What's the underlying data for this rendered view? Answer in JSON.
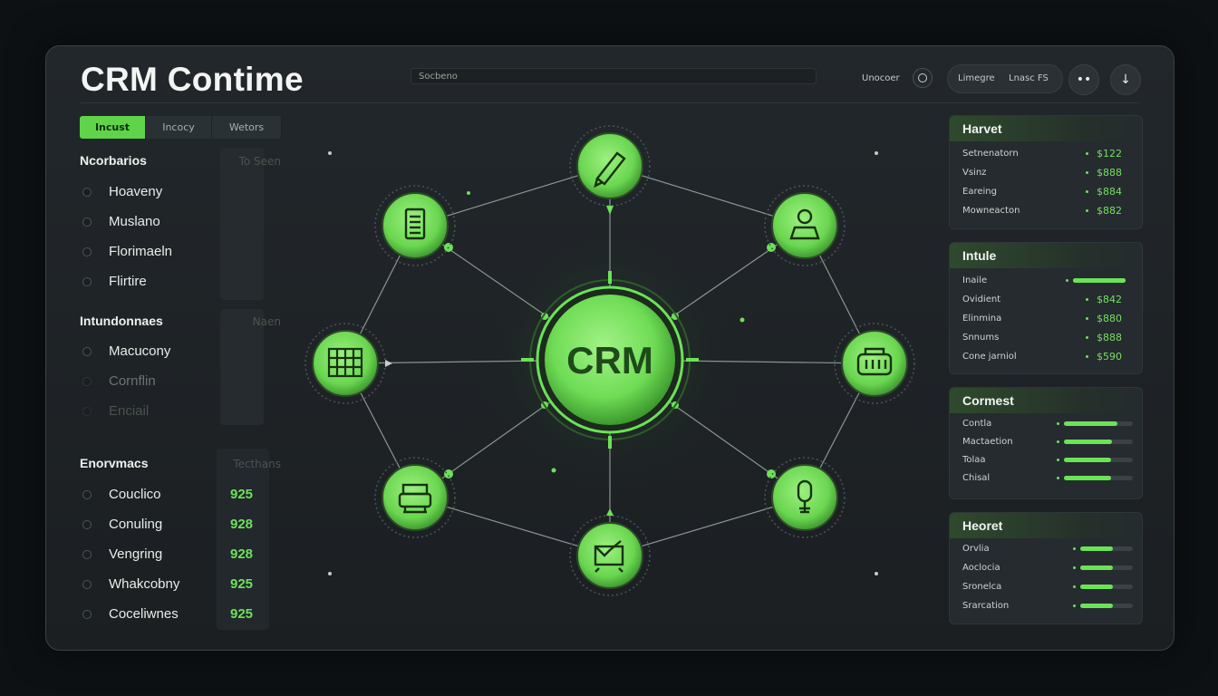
{
  "app": {
    "title": "CRM Contime"
  },
  "header": {
    "search_placeholder": "Socbeno",
    "user_label": "Unocoer",
    "pill_left": "Limegre",
    "pill_right": "Lnasc FS",
    "more_label": "••",
    "download_label": "↓"
  },
  "tabs": [
    {
      "label": "Incust",
      "active": true
    },
    {
      "label": "Incocy",
      "active": false
    },
    {
      "label": "Wetors",
      "active": false
    }
  ],
  "sections": [
    {
      "title": "Ncorbarios",
      "right": "To Seen",
      "items": [
        {
          "label": "Hoaveny",
          "value": ""
        },
        {
          "label": "Muslano",
          "value": ""
        },
        {
          "label": "Florimaeln",
          "value": ""
        },
        {
          "label": "Flirtire",
          "value": ""
        }
      ]
    },
    {
      "title": "Intundonnaes",
      "right": "Naen",
      "items": [
        {
          "label": "Macucony",
          "value": "",
          "faded": false
        },
        {
          "label": "Cornflin",
          "value": "",
          "faded": true
        },
        {
          "label": "Enciail",
          "value": "",
          "faded": true
        }
      ]
    },
    {
      "title": "Enorvmacs",
      "right": "Tecthans",
      "items": [
        {
          "label": "Couclico",
          "value": "925"
        },
        {
          "label": "Conuling",
          "value": "928"
        },
        {
          "label": "Vengring",
          "value": "928"
        },
        {
          "label": "Whakcobny",
          "value": "925"
        },
        {
          "label": "Coceliwnes",
          "value": "925"
        }
      ]
    }
  ],
  "network": {
    "center_label": "CRM",
    "accent": "#6be356",
    "nodes": [
      {
        "name": "pen-icon"
      },
      {
        "name": "user-icon"
      },
      {
        "name": "keyboard-icon"
      },
      {
        "name": "microphone-icon"
      },
      {
        "name": "chart-icon"
      },
      {
        "name": "printer-icon"
      },
      {
        "name": "grid-icon"
      },
      {
        "name": "document-icon"
      }
    ]
  },
  "right_panels": [
    {
      "title": "Harvet",
      "rows": [
        {
          "label": "Setnenatorn",
          "value": "$122"
        },
        {
          "label": "Vsinz",
          "value": "$888"
        },
        {
          "label": "Eareing",
          "value": "$884"
        },
        {
          "label": "Mowneacton",
          "value": "$882"
        }
      ]
    },
    {
      "title": "Intule",
      "rows": [
        {
          "label": "Inaile",
          "value": "",
          "bar": 1.0
        },
        {
          "label": "Ovidient",
          "value": "$842"
        },
        {
          "label": "Elinmina",
          "value": "$880"
        },
        {
          "label": "Snnums",
          "value": "$888"
        },
        {
          "label": "Cone jarniol",
          "value": "$590"
        }
      ]
    },
    {
      "title": "Cormest",
      "rows": [
        {
          "label": "Contla",
          "bar": 0.78
        },
        {
          "label": "Mactaetion",
          "bar": 0.7
        },
        {
          "label": "Tolaa",
          "bar": 0.68
        },
        {
          "label": "Chisal",
          "bar": 0.68
        }
      ]
    },
    {
      "title": "Heoret",
      "rows": [
        {
          "label": "Orvlia",
          "bar": 0.62
        },
        {
          "label": "Aoclocia",
          "bar": 0.62
        },
        {
          "label": "Sronelca",
          "bar": 0.62
        },
        {
          "label": "Srarcation",
          "bar": 0.62
        }
      ]
    }
  ]
}
